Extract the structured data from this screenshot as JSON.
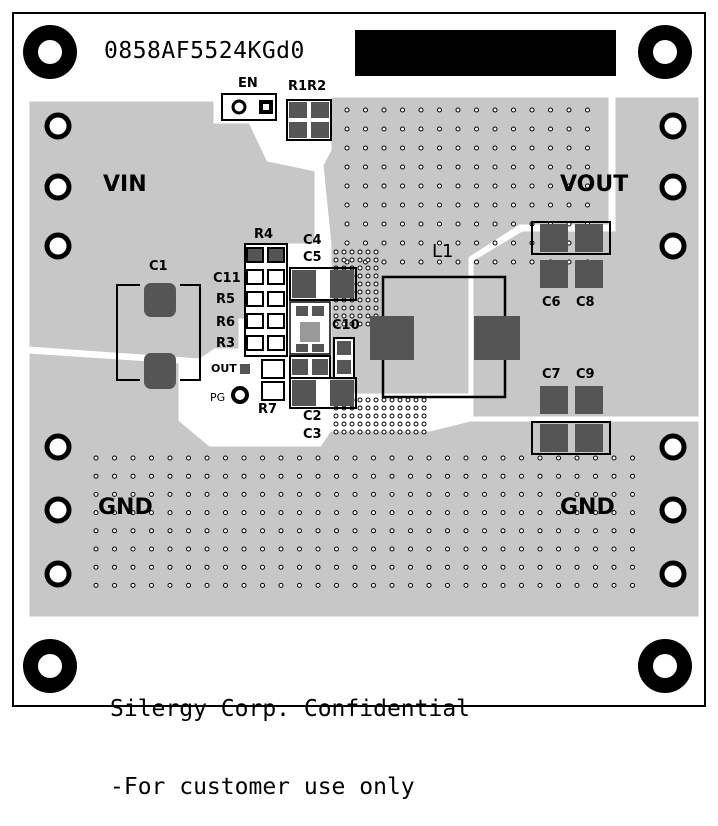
{
  "board": {
    "part_number": "0858AF5524KGd0",
    "footer_line1": "Silergy Corp. Confidential",
    "footer_line2": "-For customer use only",
    "colors": {
      "copper": "#c7c7c7",
      "ink": "#000000",
      "pad": "#5a5a5a",
      "board": "#ffffff"
    }
  },
  "nets": {
    "vin": "VIN",
    "vout": "VOUT",
    "gnd_left": "GND",
    "gnd_right": "GND",
    "en": "EN",
    "out": "OUT",
    "pg": "PG"
  },
  "refdes": {
    "r1r2": "R1R2",
    "r4": "R4",
    "c11": "C11",
    "r5": "R5",
    "r6": "R6",
    "r3": "R3",
    "r7": "R7",
    "c1": "C1",
    "c4": "C4",
    "c5": "C5",
    "c10": "C10",
    "c2": "C2",
    "c3": "C3",
    "l1": "L1",
    "c6": "C6",
    "c8": "C8",
    "c7": "C7",
    "c9": "C9"
  }
}
